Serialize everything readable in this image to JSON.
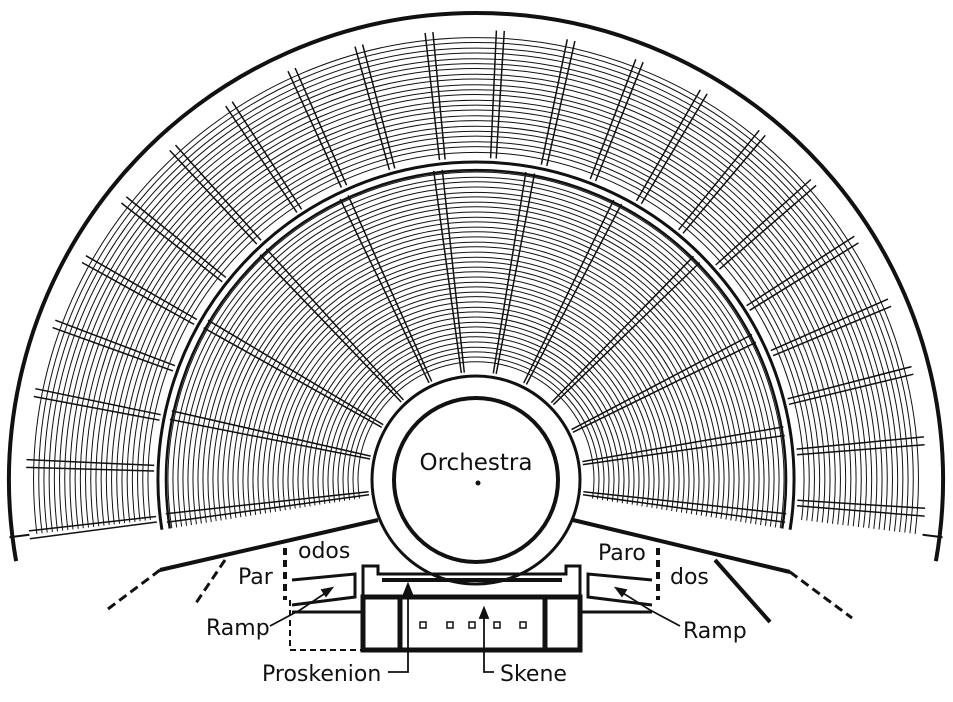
{
  "labels": {
    "orchestra": "Orchestra",
    "parodos_left_a": "Par",
    "parodos_left_b": "odos",
    "parodos_right_a": "Paro",
    "parodos_right_b": "dos",
    "ramp_left": "Ramp",
    "ramp_right": "Ramp",
    "proskenion": "Proskenion",
    "skene": "Skene"
  },
  "colors": {
    "ink": "#111111",
    "paper": "#ffffff"
  }
}
